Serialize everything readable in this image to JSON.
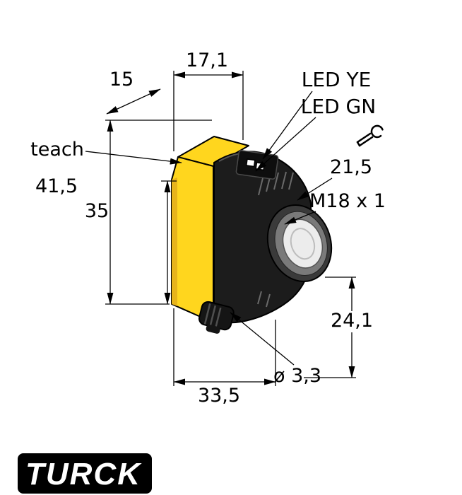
{
  "diagram": {
    "labels": {
      "top_width": "17,1",
      "depth": "15",
      "teach": "teach",
      "total_height": "41,5",
      "body_height": "35",
      "bottom_width": "33,5",
      "led_yellow": "LED YE",
      "led_green": "LED GN",
      "wrench_flat": "21,5",
      "thread": "M18 x 1",
      "lens_height": "24,1",
      "hole_dia": "ø 3,3"
    },
    "brand": "TURCK",
    "colors": {
      "body_yellow": "#FFD61E",
      "body_yellow_dark": "#E7B41C",
      "housing_black": "#1C1C1C",
      "lens_gray": "#ECECEC",
      "brand_bg": "#000000",
      "line": "#000000"
    }
  }
}
